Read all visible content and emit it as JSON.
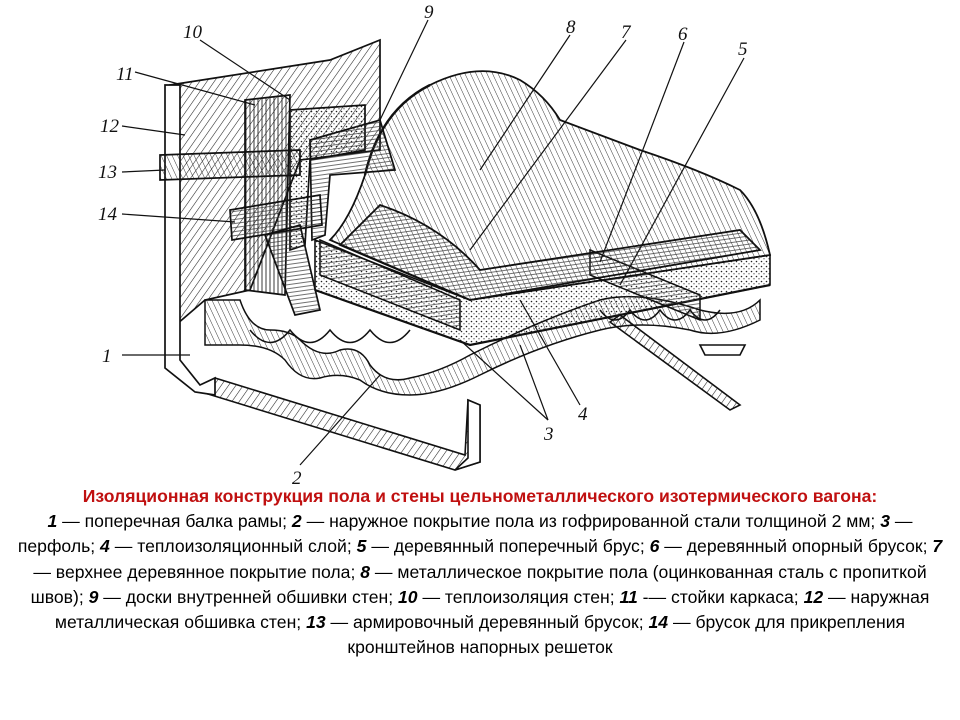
{
  "figure": {
    "labels": [
      "1",
      "2",
      "3",
      "4",
      "5",
      "6",
      "7",
      "8",
      "9",
      "10",
      "11",
      "12",
      "13",
      "14"
    ]
  },
  "caption": {
    "title": "Изоляционная конструкция пола и стены цельнометаллического изотермического вагона:",
    "items": [
      {
        "num": "1",
        "text": " — поперечная балка рамы; "
      },
      {
        "num": "2",
        "text": " — наружное покрытие пола из гофрированной стали толщиной 2 мм; "
      },
      {
        "num": "3",
        "text": " — перфоль; "
      },
      {
        "num": "4",
        "text": " — теплоизоляционный слой; "
      },
      {
        "num": "5",
        "text": " — деревянный поперечный брус; "
      },
      {
        "num": "6",
        "text": " — деревянный опорный брусок; "
      },
      {
        "num": "7",
        "text": " — верхнее деревянное покрытие пола; "
      },
      {
        "num": "8",
        "text": " — металлическое покрытие пола (оцинкованная сталь с пропиткой швов); "
      },
      {
        "num": "9",
        "text": " — доски внутренней обшивки стен; "
      },
      {
        "num": "10",
        "text": " — теплоизоляция стен; "
      },
      {
        "num": "11",
        "text": " -— стойки каркаса; "
      },
      {
        "num": "12",
        "text": " — наружная металлическая обшивка стен; "
      },
      {
        "num": "13",
        "text": " — армировочный деревянный брусок; "
      },
      {
        "num": "14",
        "text": " — брусок для прикрепления кронштейнов напорных решеток"
      }
    ]
  }
}
